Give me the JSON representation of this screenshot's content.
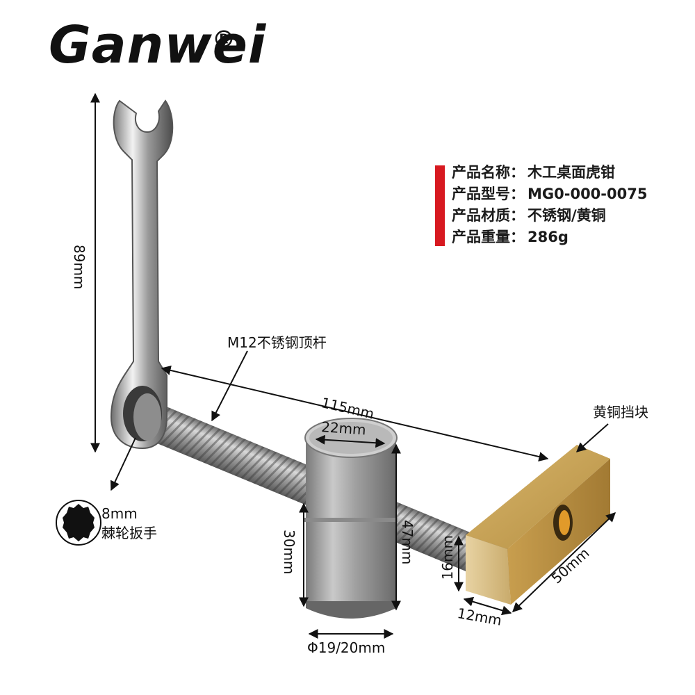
{
  "brand": {
    "logo": "Ganwei",
    "registered": "®"
  },
  "specs": [
    {
      "label": "产品名称：",
      "value": "木工桌面虎钳"
    },
    {
      "label": "产品型号：",
      "value": "MG0-000-0075"
    },
    {
      "label": "产品材质：",
      "value": "不锈钢/黄铜"
    },
    {
      "label": "产品重量：",
      "value": "286g"
    }
  ],
  "callouts": {
    "wrench_length": "89mm",
    "rod": "M12不锈钢顶杆",
    "rod_length": "115mm",
    "block": "黄铜挡块",
    "top_diameter": "22mm",
    "wrench_size": "8mm",
    "wrench_name": "棘轮扳手",
    "sleeve_30": "30mm",
    "sleeve_47": "47mm",
    "block_height": "16mm",
    "block_length": "50mm",
    "block_width": "12mm",
    "diameter": "Φ19/20mm"
  },
  "colors": {
    "accent": "#d71920",
    "brass": "#c9a55c",
    "steel": "#a9a9a9"
  }
}
